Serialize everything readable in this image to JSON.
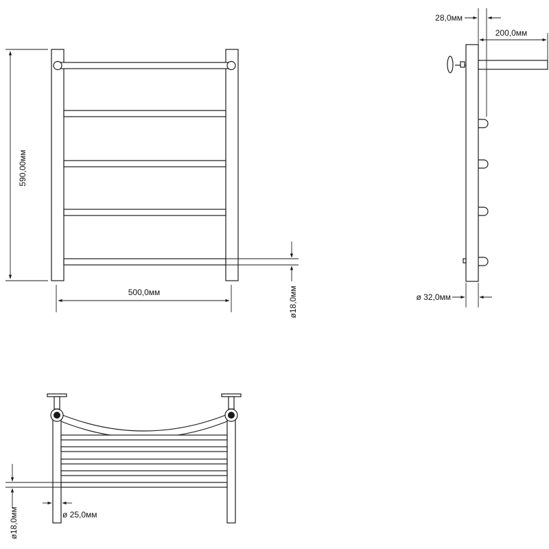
{
  "dimensions": {
    "front_height": "590,00мм",
    "front_width": "500,0мм",
    "front_pipe_diameter": "ø18,0мм",
    "side_mount_offset": "28,0мм",
    "side_mount_depth": "200,0мм",
    "side_tube_diameter": "ø 32,0мм",
    "bottom_pipe_diameter": "ø18,0мм",
    "bottom_tube_diameter": "ø 25,0мм"
  },
  "colors": {
    "line": "#1a1a1a",
    "background": "#ffffff"
  }
}
